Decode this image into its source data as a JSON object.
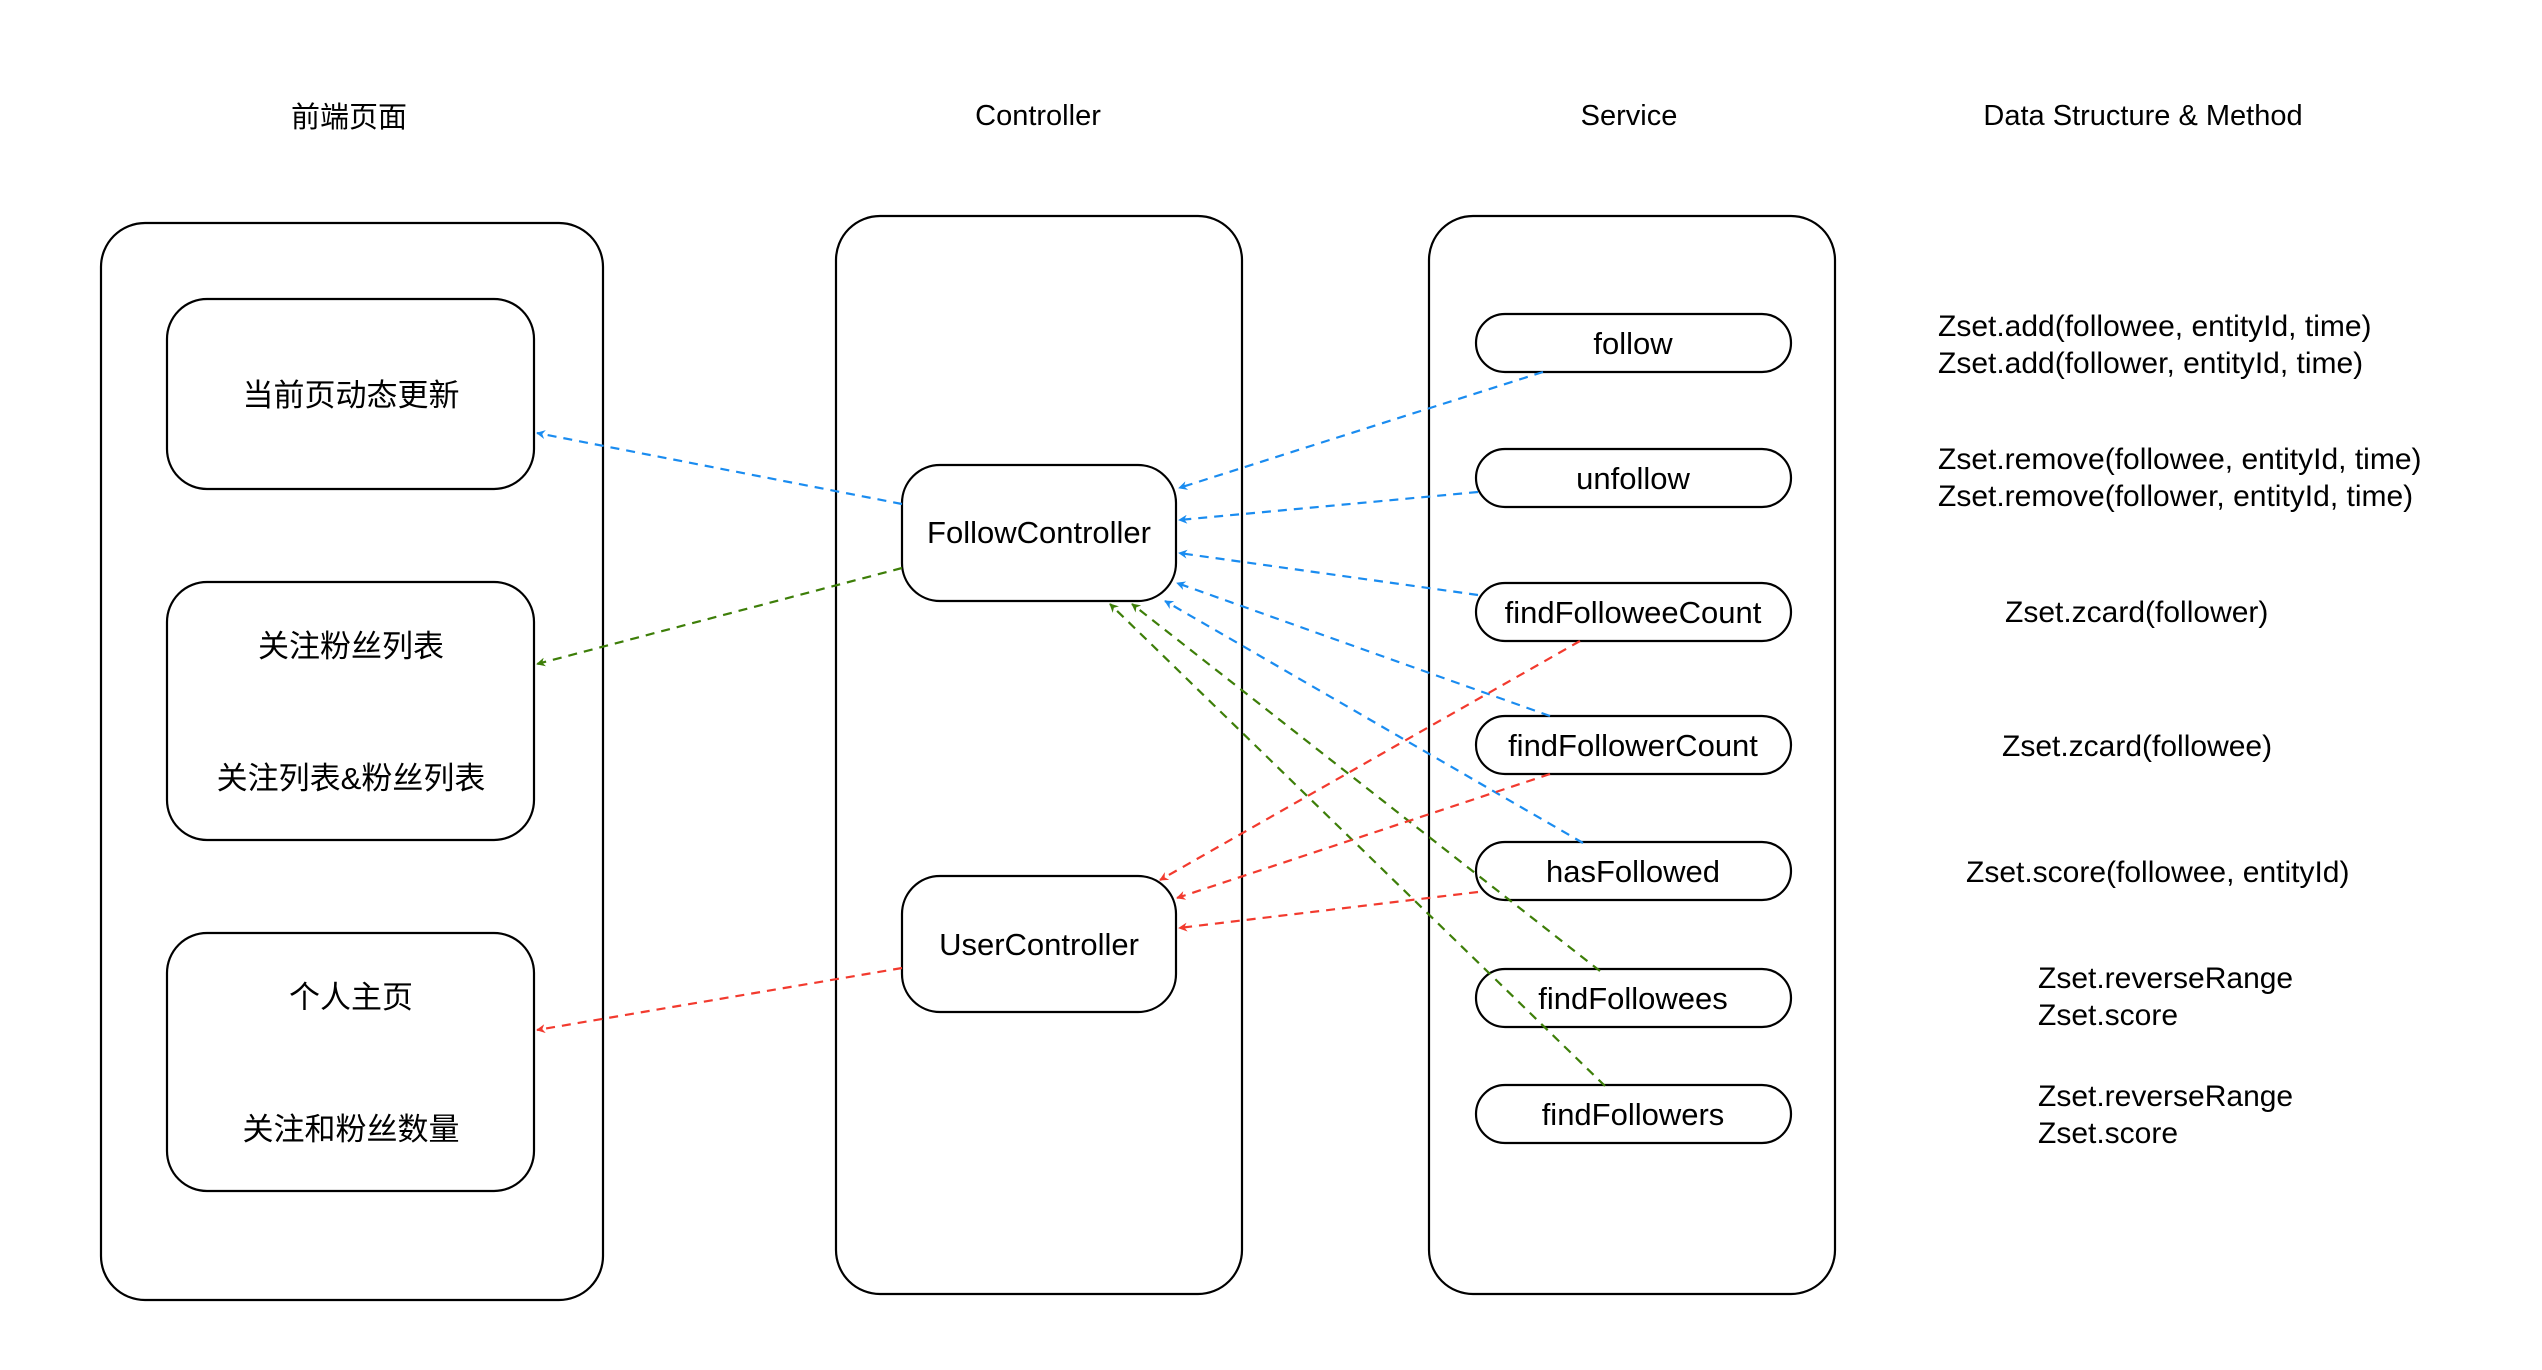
{
  "columns": {
    "frontend": "前端页面",
    "controller": "Controller",
    "service": "Service",
    "data_structure": "Data Structure & Method"
  },
  "frontend_boxes": {
    "feed_update": "当前页动态更新",
    "follow_list_title": "关注粉丝列表",
    "follow_list_detail": "关注列表&粉丝列表",
    "profile_title": "个人主页",
    "profile_detail": "关注和粉丝数量"
  },
  "controllers": {
    "follow": "FollowController",
    "user": "UserController"
  },
  "services": [
    "follow",
    "unfollow",
    "findFolloweeCount",
    "findFollowerCount",
    "hasFollowed",
    "findFollowees",
    "findFollowers"
  ],
  "methods": [
    [
      "Zset.add(followee, entityId, time)",
      "Zset.add(follower, entityId, time)"
    ],
    [
      "Zset.remove(followee, entityId, time)",
      "Zset.remove(follower, entityId, time)"
    ],
    [
      "Zset.zcard(follower)"
    ],
    [
      "Zset.zcard(followee)"
    ],
    [
      "Zset.score(followee, entityId)"
    ],
    [
      "Zset.reverseRange",
      "Zset.score"
    ],
    [
      "Zset.reverseRange",
      "Zset.score"
    ]
  ],
  "colors": {
    "blue": "#1a8cf0",
    "green": "#3d7e08",
    "red": "#f23a2e"
  }
}
